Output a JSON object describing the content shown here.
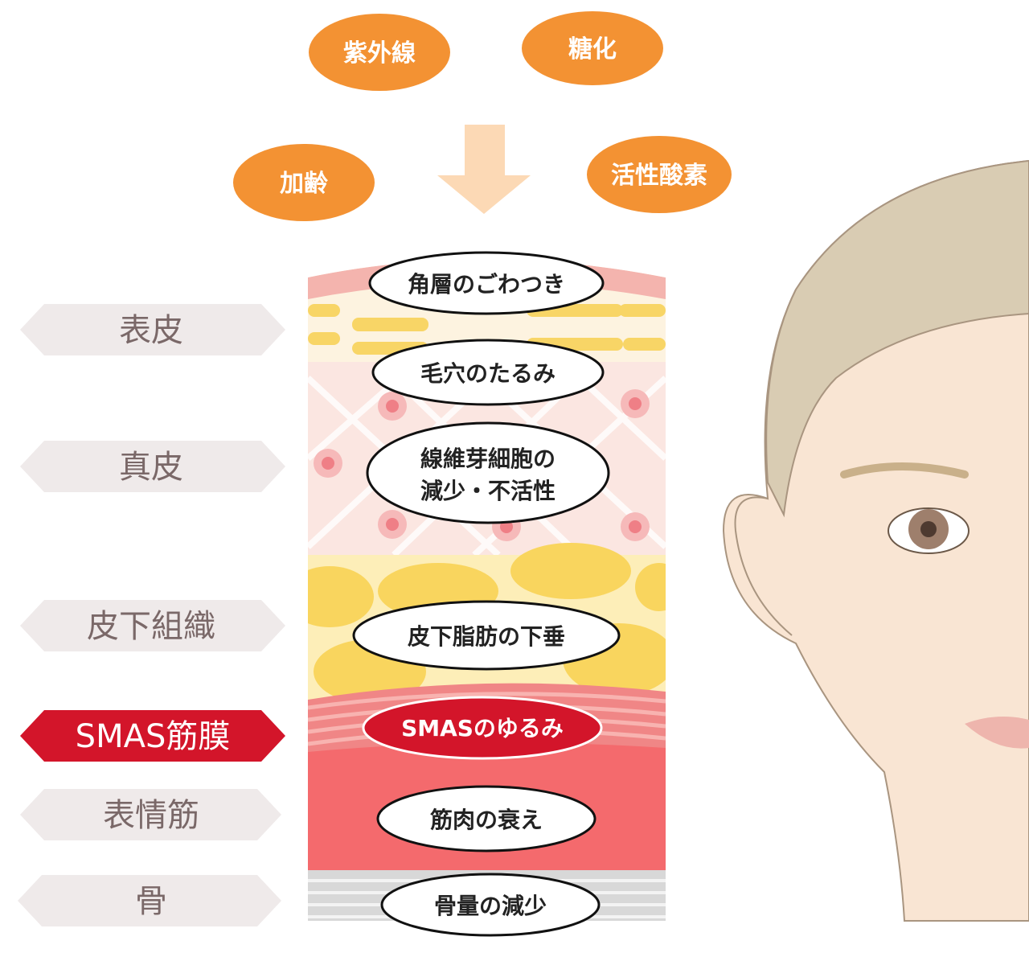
{
  "causes": [
    {
      "label": "紫外線"
    },
    {
      "label": "糖化"
    },
    {
      "label": "加齢"
    },
    {
      "label": "活性酸素"
    }
  ],
  "layers": [
    {
      "name": "表皮"
    },
    {
      "name": "真皮"
    },
    {
      "name": "皮下組織"
    },
    {
      "name": "SMAS筋膜",
      "highlighted": true
    },
    {
      "name": "表情筋"
    },
    {
      "name": "骨"
    }
  ],
  "effects": [
    {
      "line1": "角層のごわつき"
    },
    {
      "line1": "毛穴のたるみ"
    },
    {
      "line1": "線維芽細胞の",
      "line2": "減少・不活性"
    },
    {
      "line1": "皮下脂肪の下垂"
    },
    {
      "line1": "SMASのゆるみ",
      "highlighted": true
    },
    {
      "line1": "筋肉の衰え"
    },
    {
      "line1": "骨量の減少"
    }
  ],
  "colors": {
    "cause": "#f39233",
    "arrow": "#fcd9b5",
    "highlight": "#d3152a",
    "side_label_bg": "#efeaea"
  }
}
